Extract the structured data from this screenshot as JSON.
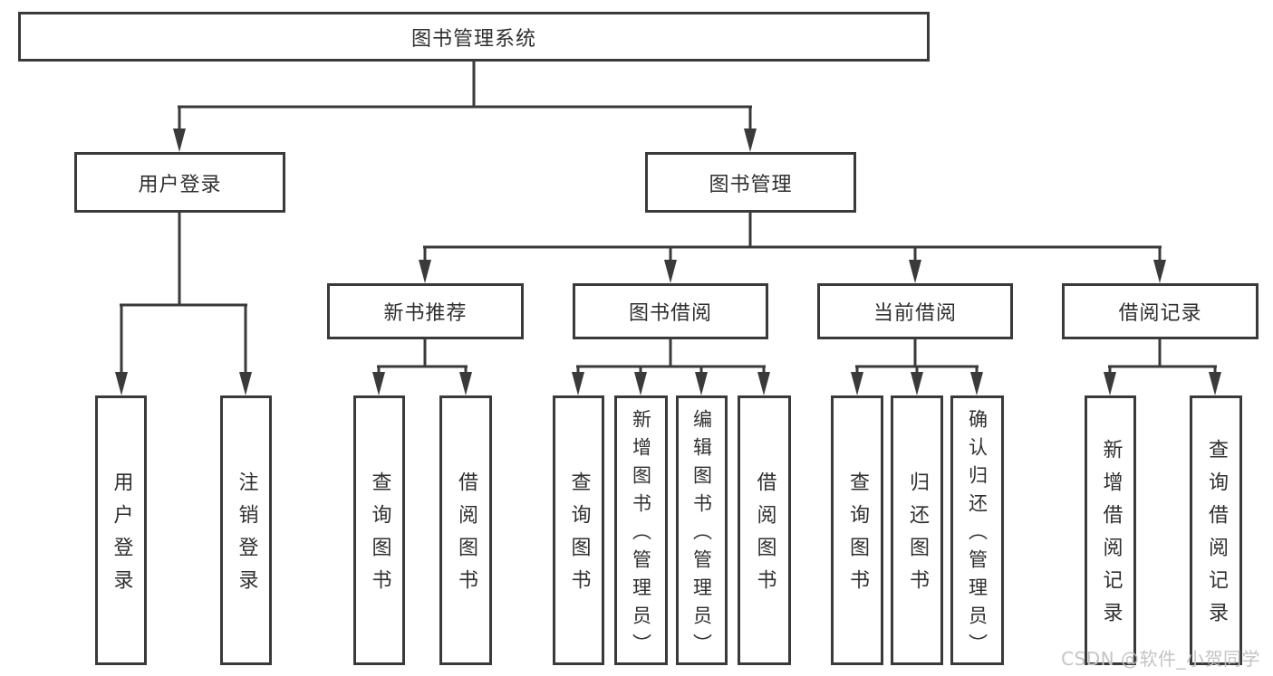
{
  "colors": {
    "line": "#3a3a3a",
    "box_border": "#3a3a3a",
    "box_fill": "#ffffff",
    "text": "#2f2f2f",
    "watermark": "#c4c4c4",
    "background": "#ffffff"
  },
  "watermark": {
    "text": "CSDN @软件_小贺同学"
  },
  "tree": {
    "root": {
      "label": "图书管理系统"
    },
    "user_login": {
      "label": "用户登录",
      "children": [
        {
          "label": "用户登录"
        },
        {
          "label": "注销登录"
        }
      ]
    },
    "book_management": {
      "label": "图书管理",
      "children": {
        "new_book_recommend": {
          "label": "新书推荐",
          "children": [
            {
              "label": "查询图书"
            },
            {
              "label": "借阅图书"
            }
          ]
        },
        "book_borrowing": {
          "label": "图书借阅",
          "children": [
            {
              "label": "查询图书"
            },
            {
              "label": "新增图书（管理员）"
            },
            {
              "label": "编辑图书（管理员）"
            },
            {
              "label": "借阅图书"
            }
          ]
        },
        "current_borrowing": {
          "label": "当前借阅",
          "children": [
            {
              "label": "查询图书"
            },
            {
              "label": "归还图书"
            },
            {
              "label": "确认归还（管理员）"
            }
          ]
        },
        "borrowing_records": {
          "label": "借阅记录",
          "children": [
            {
              "label": "新增借阅记录"
            },
            {
              "label": "查询借阅记录"
            }
          ]
        }
      }
    }
  }
}
